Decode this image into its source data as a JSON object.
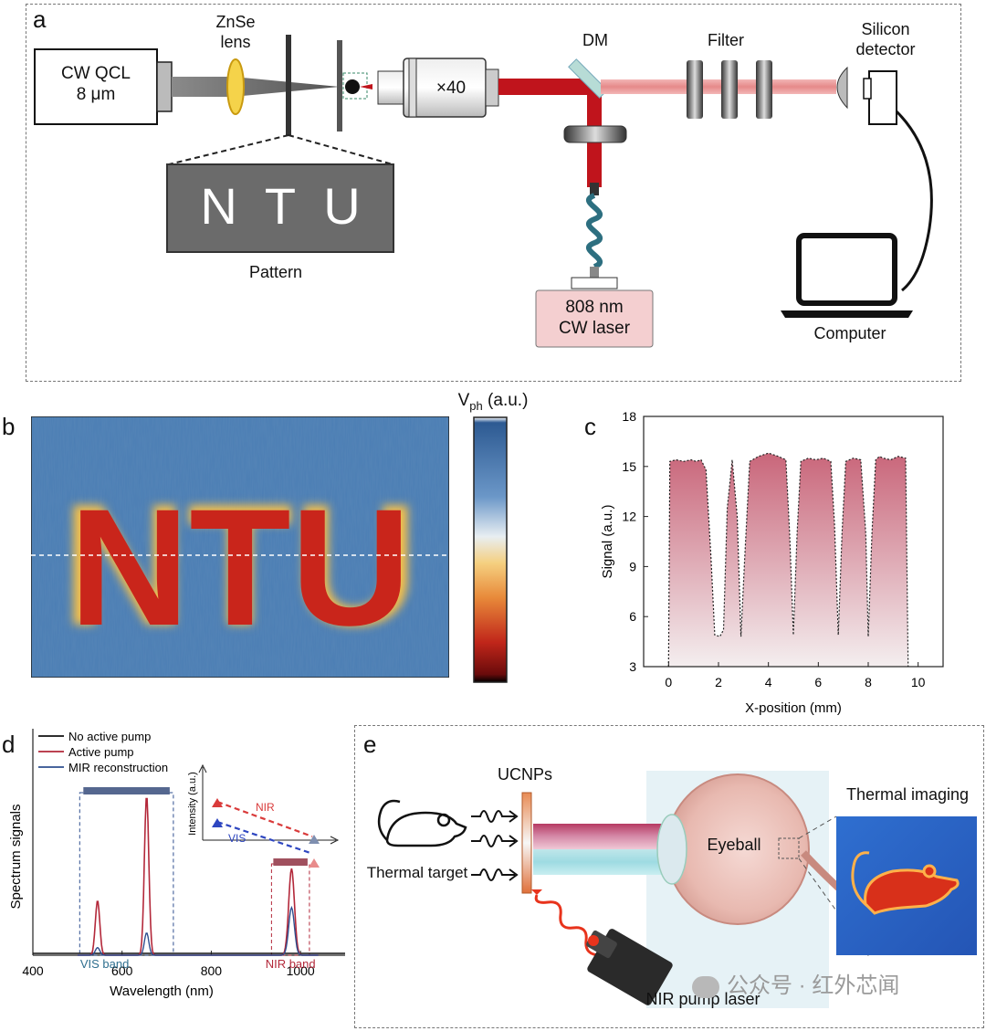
{
  "panel_a": {
    "label": "a",
    "qcl_line1": "CW QCL",
    "qcl_line2": "8 μm",
    "lens_line1": "ZnSe",
    "lens_line2": "lens",
    "magnification": "×40",
    "dm": "DM",
    "filter": "Filter",
    "detector_line1": "Silicon",
    "detector_line2": "detector",
    "pattern_text": "N  T  U",
    "pattern_label": "Pattern",
    "laser_line1": "808 nm",
    "laser_line2": "CW laser",
    "computer": "Computer"
  },
  "panel_b": {
    "label": "b",
    "image_text": "NTU",
    "colorbar_label_main": "V",
    "colorbar_label_sub": "ph",
    "colorbar_label_unit": " (a.u.)"
  },
  "panel_c": {
    "label": "c",
    "chart_data": {
      "type": "area",
      "xlabel": "X-position (mm)",
      "ylabel": "Signal (a.u.)",
      "xlim": [
        -1,
        11
      ],
      "ylim": [
        3,
        18
      ],
      "xticks": [
        0,
        2,
        4,
        6,
        8,
        10
      ],
      "yticks": [
        3,
        6,
        9,
        12,
        15,
        18
      ],
      "x": [
        0,
        0.05,
        0.3,
        0.6,
        0.9,
        1.1,
        1.3,
        1.5,
        1.7,
        1.85,
        2.05,
        2.2,
        2.35,
        2.55,
        2.75,
        2.9,
        3.05,
        3.25,
        3.6,
        4.0,
        4.4,
        4.7,
        4.85,
        5.0,
        5.15,
        5.3,
        5.6,
        5.9,
        6.2,
        6.5,
        6.65,
        6.8,
        6.95,
        7.1,
        7.4,
        7.7,
        7.9,
        8.0,
        8.15,
        8.3,
        8.45,
        8.6,
        8.9,
        9.2,
        9.5,
        9.6
      ],
      "y": [
        3,
        15.3,
        15.4,
        15.3,
        15.4,
        15.3,
        15.4,
        14.8,
        9.5,
        4.9,
        4.8,
        5.2,
        12.5,
        15.4,
        12.0,
        4.8,
        9.5,
        15.3,
        15.6,
        15.8,
        15.6,
        15.4,
        11.0,
        4.9,
        11.0,
        15.3,
        15.5,
        15.4,
        15.5,
        15.3,
        11.5,
        4.9,
        11.0,
        15.3,
        15.5,
        15.4,
        11.0,
        4.8,
        11.0,
        15.4,
        15.6,
        15.5,
        15.4,
        15.6,
        15.5,
        3
      ]
    }
  },
  "panel_d": {
    "label": "d",
    "chart_data": {
      "type": "line",
      "xlabel": "Wavelength (nm)",
      "ylabel": "Spectrum signals",
      "xlim": [
        400,
        1100
      ],
      "xticks": [
        400,
        600,
        800,
        1000
      ],
      "series": [
        {
          "name": "No active pump",
          "color": "#111111"
        },
        {
          "name": "Active pump",
          "color": "#b3283a"
        },
        {
          "name": "MIR reconstruction",
          "color": "#2f4f8f"
        }
      ],
      "bands": [
        "VIS band",
        "NIR band"
      ],
      "inset": {
        "ylabel": "Intensity (a.u.)",
        "series": [
          {
            "name": "NIR",
            "color": "#d93b3b"
          },
          {
            "name": "VIS",
            "color": "#2e46c0"
          }
        ]
      }
    }
  },
  "panel_e": {
    "label": "e",
    "ucnps": "UCNPs",
    "thermal_target": "Thermal target",
    "eyeball": "Eyeball",
    "thermal_imaging": "Thermal imaging",
    "nir_pump_laser": "NIR pump laser",
    "watermark": "公众号 · 红外芯闻"
  },
  "colors": {
    "red_beam": "#c0141c",
    "heat_red": "#c9251b",
    "heat_blue": "#3f6fa8",
    "pink_fill": "#c9667a"
  }
}
